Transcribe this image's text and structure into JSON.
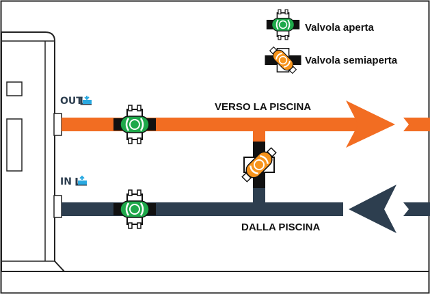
{
  "legend": {
    "open_valve_label": "Valvola aperta",
    "half_open_valve_label": "Valvola semiaperta"
  },
  "pipes": {
    "outlet_label": "OUT",
    "inlet_label": "IN",
    "to_pool_label": "VERSO LA PISCINA",
    "from_pool_label": "DALLA PISCINA"
  },
  "colors": {
    "hot_pipe": "#f26d22",
    "cold_pipe": "#2d3e4f",
    "valve_open": "#1ea84a",
    "valve_half": "#f7941d",
    "water_icon": "#29a9e1"
  }
}
